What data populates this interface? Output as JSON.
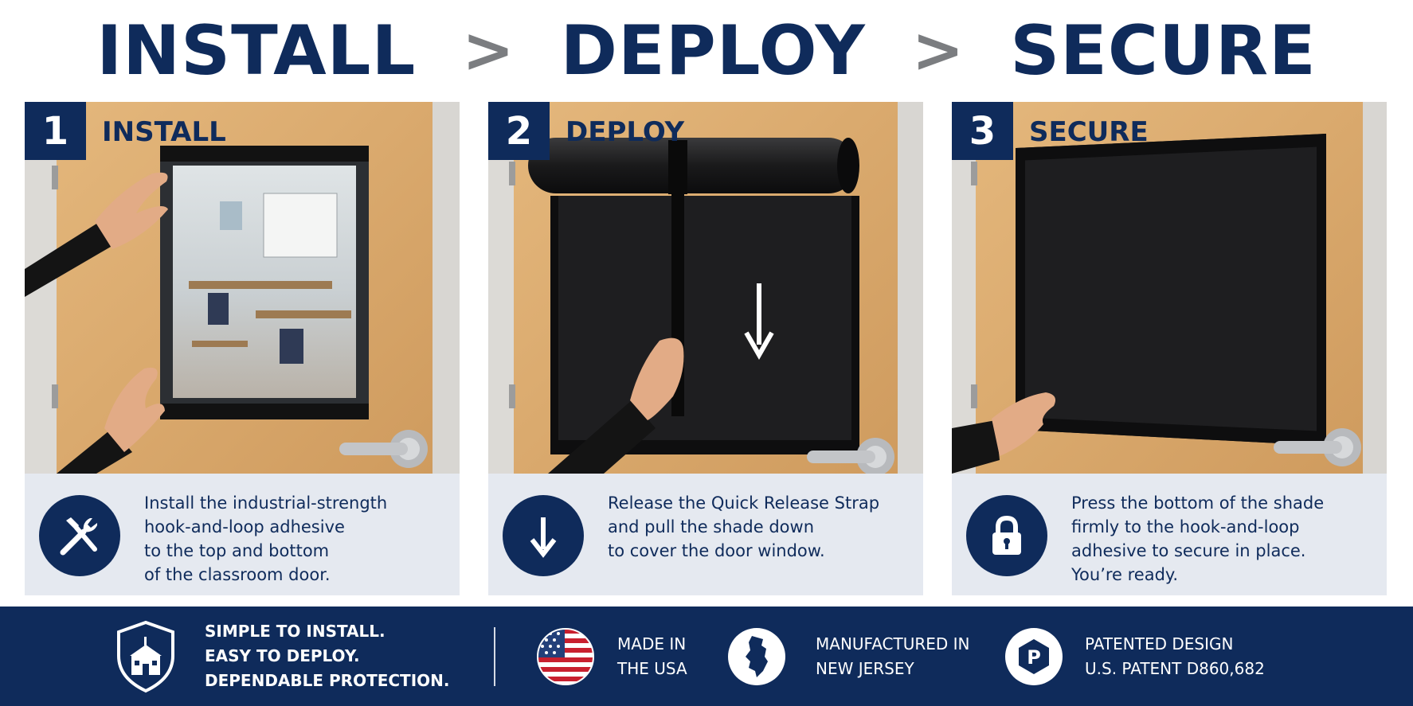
{
  "headline": {
    "step1": "INSTALL",
    "step2": "DEPLOY",
    "step3": "SECURE",
    "separator": ">"
  },
  "steps": [
    {
      "number": "1",
      "title": "INSTALL",
      "icon": "tools-icon",
      "text": "Install the industrial-strength\nhook-and-loop adhesive\nto the top and bottom\nof the classroom door."
    },
    {
      "number": "2",
      "title": "DEPLOY",
      "icon": "arrow-down-icon",
      "text": "Release the Quick Release Strap\nand pull the shade down\nto cover the door window."
    },
    {
      "number": "3",
      "title": "SECURE",
      "icon": "lock-icon",
      "text": "Press the bottom of the shade\nfirmly to the hook-and-loop\nadhesive to secure in place.\nYou’re ready."
    }
  ],
  "footer": {
    "tagline": "SIMPLE TO INSTALL.\nEASY TO DEPLOY.\nDEPENDABLE PROTECTION.",
    "made_in": "MADE IN\nTHE USA",
    "manufactured": "MANUFACTURED IN\nNEW JERSEY",
    "patent": "PATENTED DESIGN\nU.S. PATENT D860,682",
    "patent_badge_letter": "P"
  },
  "colors": {
    "navy": "#0f2b5b",
    "grey": "#7b7d80",
    "caption_bg": "#e5e9f0",
    "door": "#d9a86a",
    "shade": "#1c1c1e"
  }
}
